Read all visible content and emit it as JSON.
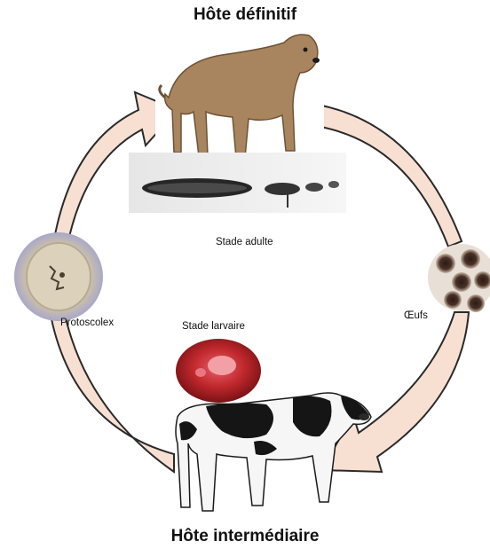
{
  "diagram": {
    "host_definitive": "Hôte définitif",
    "host_intermediate": "Hôte intermédiaire",
    "stages": {
      "adult": "Stade adulte",
      "eggs": "Œufs",
      "protoscolex": "Protoscolex",
      "larval": "Stade larvaire"
    },
    "icons": {
      "definitive_host": "dog-icon",
      "intermediate_host": "cow-icon",
      "adult": "tapeworm-icon",
      "eggs": "eggs-icon",
      "protoscolex": "protoscolex-icon",
      "larval": "hydatid-cyst-icon"
    },
    "colors": {
      "arrow_fill": "#f7e0d2",
      "arrow_stroke": "#2a2a2a",
      "dog_fur": "#a8855e",
      "cow_black": "#151515",
      "cyst_red": "#c0282c"
    }
  }
}
